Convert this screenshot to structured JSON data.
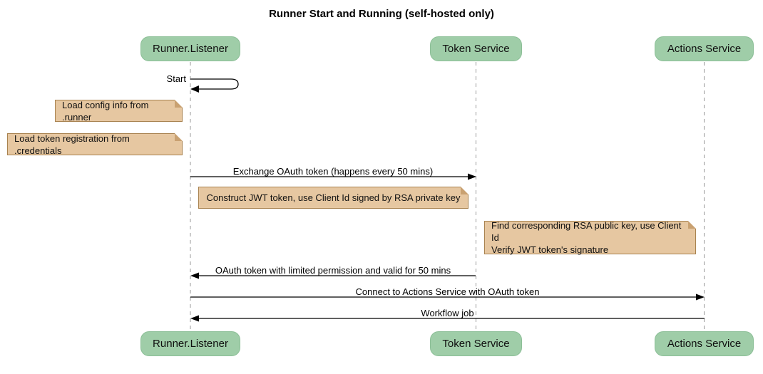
{
  "title": "Runner Start and Running (self-hosted only)",
  "participants": [
    {
      "label": "Runner.Listener"
    },
    {
      "label": "Token Service"
    },
    {
      "label": "Actions Service"
    }
  ],
  "messages": [
    {
      "label": "Start",
      "from": "Runner.Listener",
      "to": "Runner.Listener",
      "kind": "self"
    },
    {
      "label": "Exchange OAuth token (happens every 50 mins)",
      "from": "Runner.Listener",
      "to": "Token Service",
      "kind": "solid-arrow"
    },
    {
      "label": "OAuth token with limited permission and valid for 50 mins",
      "from": "Token Service",
      "to": "Runner.Listener",
      "kind": "solid-arrow"
    },
    {
      "label": "Connect to Actions Service with OAuth token",
      "from": "Runner.Listener",
      "to": "Actions Service",
      "kind": "solid-arrow"
    },
    {
      "label": "Workflow job",
      "from": "Actions Service",
      "to": "Runner.Listener",
      "kind": "solid-arrow"
    }
  ],
  "notes": [
    {
      "text": "Load config info from .runner",
      "position": "left of Runner.Listener"
    },
    {
      "text": "Load token registration from .credentials",
      "position": "left of Runner.Listener"
    },
    {
      "text": "Construct JWT token, use Client Id signed by RSA private key",
      "position": "right of Runner.Listener"
    },
    {
      "text": "Find corresponding RSA public key, use Client Id\nVerify JWT token's signature",
      "position": "left of Actions Service"
    }
  ],
  "colors": {
    "participant_fill": "#9FCDA8",
    "participant_border": "#8CBF97",
    "note_fill": "#E6C7A1",
    "note_border": "#A8824F",
    "lifeline": "#999999",
    "message_line": "#000000",
    "text": "#000000",
    "background": "#FFFFFF"
  }
}
